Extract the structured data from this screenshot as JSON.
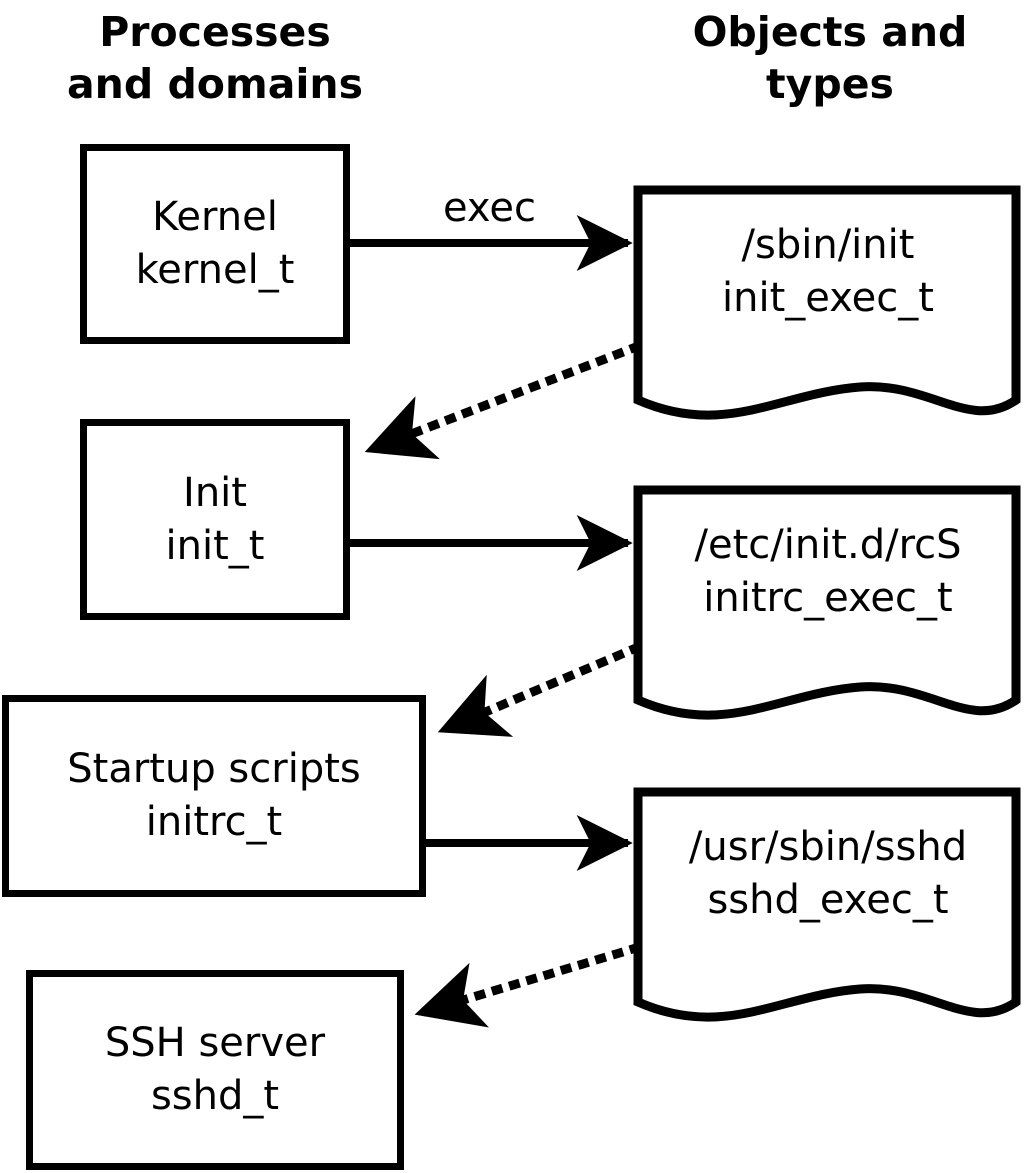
{
  "diagram": {
    "title_left": "Processes\nand domains",
    "title_right": "Objects and\ntypes",
    "background_color": "#ffffff",
    "stroke_color": "#000000",
    "process_boxes": [
      {
        "id": "kernel",
        "line1": "Kernel",
        "line2": "kernel_t",
        "label": "Kernel\nkernel_t"
      },
      {
        "id": "init",
        "line1": "Init",
        "line2": "init_t",
        "label": "Init\ninit_t"
      },
      {
        "id": "initrc",
        "line1": "Startup scripts",
        "line2": "initrc_t",
        "label": "Startup scripts\ninitrc_t"
      },
      {
        "id": "sshd",
        "line1": "SSH server",
        "line2": "sshd_t",
        "label": "SSH server\nsshd_t"
      }
    ],
    "object_docs": [
      {
        "id": "init_exec",
        "line1": "/sbin/init",
        "line2": "init_exec_t",
        "label": "/sbin/init\ninit_exec_t"
      },
      {
        "id": "initrc_exec",
        "line1": "/etc/init.d/rcS",
        "line2": "initrc_exec_t",
        "label": "/etc/init.d/rcS\ninitrc_exec_t"
      },
      {
        "id": "sshd_exec",
        "line1": "/usr/sbin/sshd",
        "line2": "sshd_exec_t",
        "label": "/usr/sbin/sshd\nsshd_exec_t"
      }
    ],
    "edges": [
      {
        "id": "kernel-exec-init",
        "style": "solid",
        "label": "exec",
        "from": "kernel",
        "to": "init_exec"
      },
      {
        "id": "init_exec-transition",
        "style": "dotted",
        "label": "",
        "from": "init_exec",
        "to": "init"
      },
      {
        "id": "init-exec-initrc",
        "style": "solid",
        "label": "",
        "from": "init",
        "to": "initrc_exec"
      },
      {
        "id": "initrc_exec-transition",
        "style": "dotted",
        "label": "",
        "from": "initrc_exec",
        "to": "initrc"
      },
      {
        "id": "initrc-exec-sshd",
        "style": "solid",
        "label": "",
        "from": "initrc",
        "to": "sshd_exec"
      },
      {
        "id": "sshd_exec-transition",
        "style": "dotted",
        "label": "",
        "from": "sshd_exec",
        "to": "sshd"
      }
    ],
    "edge_labels": {
      "exec": "exec"
    }
  }
}
